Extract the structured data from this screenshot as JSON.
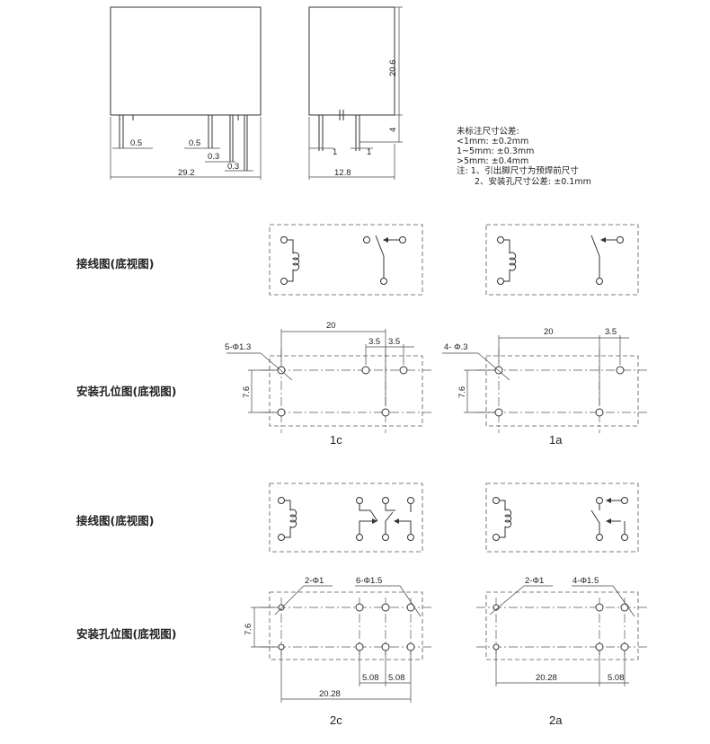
{
  "top_view": {
    "front": {
      "d_pin": "0.5",
      "d_pin2": "0.5",
      "d_pin3": "0.3",
      "d_pin4": "0.3",
      "width": "29.2"
    },
    "side": {
      "height": "20.6",
      "pin_len": "4",
      "d_a": "1",
      "d_b": "1",
      "width": "12.8"
    }
  },
  "notes": {
    "title": "未标注尺寸公差:",
    "lines": [
      "<1mm: ±0.2mm",
      "1~5mm: ±0.3mm",
      ">5mm: ±0.4mm",
      "注: 1、引出脚尺寸为预焊前尺寸",
      "2、安装孔尺寸公差: ±0.1mm"
    ]
  },
  "labels": {
    "wiring1": "接线图(底视图)",
    "hole1": "安装孔位图(底视图)",
    "wiring2": "接线图(底视图)",
    "hole2": "安装孔位图(底视图)"
  },
  "layout_1c": {
    "hole_spec": "5-Φ1.3",
    "d20": "20",
    "d35a": "3.5",
    "d35b": "3.5",
    "d76": "7.6",
    "caption": "1c"
  },
  "layout_1a": {
    "hole_spec": "4- Φ.3",
    "d20": "20",
    "d35": "3.5",
    "d76": "7.6",
    "caption": "1a"
  },
  "layout_2c": {
    "spec1": "2-Φ1",
    "spec2": "6-Φ1.5",
    "d76": "7.6",
    "d508a": "5.08",
    "d508b": "5.08",
    "d2028": "20.28",
    "caption": "2c"
  },
  "layout_2a": {
    "spec1": "2-Φ1",
    "spec2": "4-Φ1.5",
    "d508": "5.08",
    "d2028": "20.28",
    "caption": "2a"
  }
}
